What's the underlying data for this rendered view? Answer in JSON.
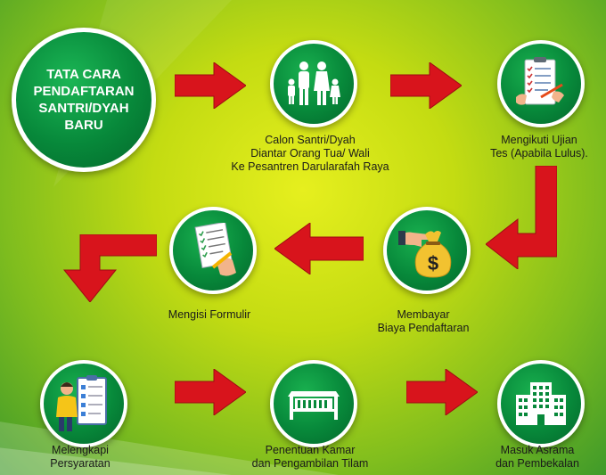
{
  "title": "TATA CARA\nPENDAFTARAN\nSANTRI/DYAH\nBARU",
  "steps": [
    {
      "label": "Calon Santri/Dyah\nDiantar Orang Tua/ Wali\nKe Pesantren Darularafah Raya",
      "icon": "family-icon"
    },
    {
      "label": "Mengikuti Ujian\nTes (Apabila Lulus).",
      "icon": "clipboard-test-icon"
    },
    {
      "label": "Membayar\nBiaya Pendaftaran",
      "icon": "money-bag-icon"
    },
    {
      "label": "Mengisi Formulir",
      "icon": "form-checklist-icon"
    },
    {
      "label": "Melengkapi\nPersyaratan",
      "icon": "requirements-icon"
    },
    {
      "label": "Penentuan Kamar\ndan Pengambilan Tilam",
      "icon": "bed-icon"
    },
    {
      "label": "Masuk Asrama\ndan Pembekalan",
      "icon": "building-icon"
    }
  ],
  "colors": {
    "arrow": "#d8141c",
    "circle": "#07883a",
    "background": "#c4dc12"
  }
}
